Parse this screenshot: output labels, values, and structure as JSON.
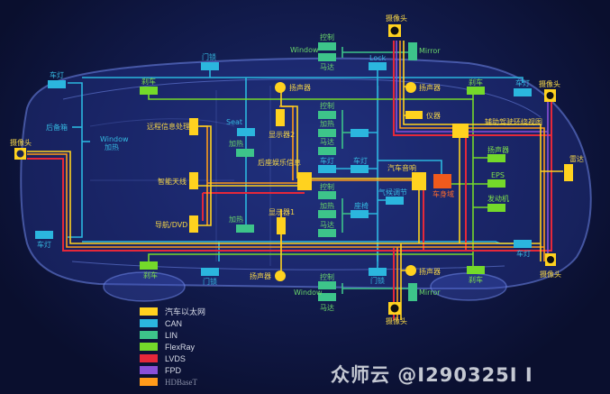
{
  "colors": {
    "ethernet": "#ffd21f",
    "can": "#2bb6de",
    "lin": "#3dc48a",
    "flexray": "#74d92a",
    "lvds": "#e5283a",
    "fpd": "#8a4fd8",
    "hdbaset": "#ff9a1a",
    "car_outline": "#6f86e8"
  },
  "legend": [
    {
      "key": "ethernet",
      "label": "汽车以太网",
      "color": "#ffd21f"
    },
    {
      "key": "can",
      "label": "CAN",
      "color": "#2bb6de"
    },
    {
      "key": "lin",
      "label": "LIN",
      "color": "#3dc48a"
    },
    {
      "key": "flexray",
      "label": "FlexRay",
      "color": "#74d92a"
    },
    {
      "key": "lvds",
      "label": "LVDS",
      "color": "#e5283a"
    },
    {
      "key": "fpd",
      "label": "FPD",
      "color": "#8a4fd8"
    },
    {
      "key": "hdbaset",
      "label": "HDBaseT",
      "color": "#ff9a1a"
    }
  ],
  "labels": {
    "cam_top": "摄像头",
    "cam_left": "摄像头",
    "cam_right": "摄像头",
    "cam_bottom_right": "摄像头",
    "cam_bottom": "摄像头",
    "window_top": "Window",
    "ctrl_top": "控制",
    "motor_top": "马达",
    "mirror_top": "Mirror",
    "lock_top": "Lock",
    "door_lock_top": "门锁",
    "tail_light_left": "车灯",
    "brake_top_left": "刹车",
    "speaker_top_left": "扬声器",
    "speaker_top_mid": "扬声器",
    "brake_top_right": "刹车",
    "tail_light_right": "车灯",
    "instrument": "仪器",
    "adas_view": "辅助驾驶环绕视图",
    "trunk": "后备箱",
    "window_heat": "Window",
    "window_heat2": "加热",
    "seat": "Seat",
    "heat_seat": "加热",
    "display2": "显示器2",
    "remote_info": "远程信息处理",
    "ctrl_mid": "控制",
    "heat_mid": "加热",
    "motor_mid": "马达",
    "rear_ent": "后座娱乐信息",
    "light_mid": "车灯",
    "light_mid2": "车灯",
    "car_audio": "汽车音响",
    "smart_antenna": "智能天线",
    "nav_dvd": "导航/DVD",
    "heat_lower": "加热",
    "display1": "显示器1",
    "ctrl_low": "控制",
    "heat_low": "加热",
    "motor_low": "马达",
    "seat_low": "座椅",
    "ac": "气候调节",
    "gateway": "车身域",
    "speaker_rf": "扬声器",
    "eps": "EPS",
    "engine": "发动机",
    "radar": "雷达",
    "head_light_left": "车灯",
    "brake_bl": "刹车",
    "door_lock_bl": "门锁",
    "speaker_bl": "扬声器",
    "window_bot": "Window",
    "ctrl_bot": "控制",
    "motor_bot": "马达",
    "door_lock_bot": "门锁",
    "speaker_bot": "扬声器",
    "mirror_bot": "Mirror",
    "brake_br": "刹车",
    "head_light_right": "车灯"
  },
  "watermark": "众师云 @I290325I I"
}
